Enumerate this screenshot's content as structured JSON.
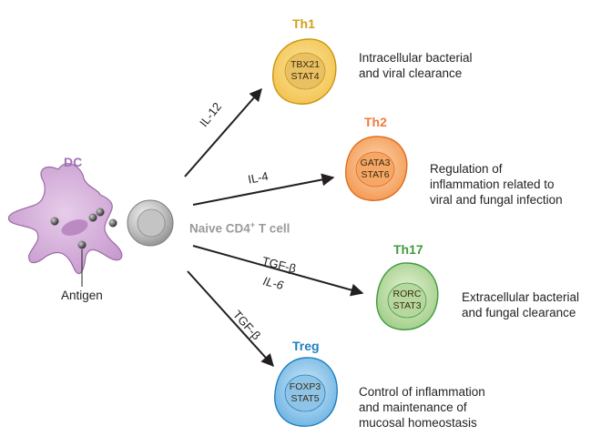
{
  "dc": {
    "label": "DC",
    "antigen_label": "Antigen"
  },
  "naive": {
    "label": "Naive CD4",
    "sup": "+",
    "suffix": " T cell"
  },
  "colors": {
    "th1": "#d4a017",
    "th2": "#ef7d3c",
    "th17": "#3f9a3f",
    "treg": "#1f7fc1",
    "dc": "#9b59b6",
    "naive": "#9a9a9a"
  },
  "arrows": {
    "th1": {
      "label": "IL-12"
    },
    "th2": {
      "label": "IL-4"
    },
    "th17": {
      "label_a": "TGF-β",
      "label_b": "IL-6"
    },
    "treg": {
      "label": "TGF-β"
    }
  },
  "cells": {
    "th1": {
      "title": "Th1",
      "line1": "TBX21",
      "line2": "STAT4",
      "desc": [
        "Intracellular bacterial",
        "and viral clearance"
      ]
    },
    "th2": {
      "title": "Th2",
      "line1": "GATA3",
      "line2": "STAT6",
      "desc": [
        "Regulation of",
        "inflammation related to",
        "viral and fungal infection"
      ]
    },
    "th17": {
      "title": "Th17",
      "line1": "RORC",
      "line2": "STAT3",
      "desc": [
        "Extracellular bacterial",
        "and fungal clearance"
      ]
    },
    "treg": {
      "title": "Treg",
      "line1": "FOXP3",
      "line2": "STAT5",
      "desc": [
        "Control of inflammation",
        "and maintenance of",
        "mucosal homeostasis"
      ]
    }
  }
}
